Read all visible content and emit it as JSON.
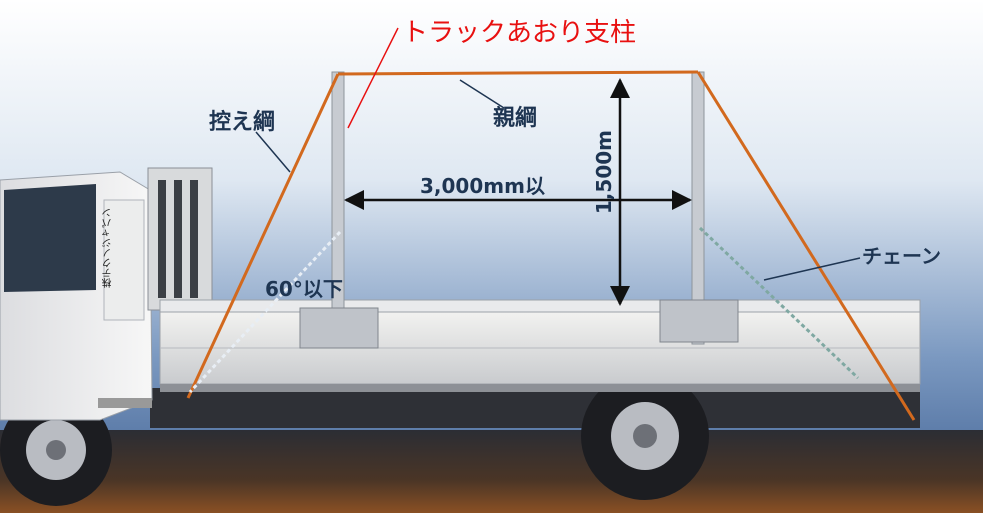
{
  "labels": {
    "title": "トラックあおり支柱",
    "guy_rope": "控え綱",
    "main_rope": "親綱",
    "span": "3,000mm以",
    "height": "1,500m",
    "chain": "チェーン",
    "angle": "60°以下"
  },
  "truck_door_text": "株テクノジャパン",
  "colors": {
    "title": "#e81010",
    "labels": "#1e3552",
    "rope": "#d2691e",
    "sky_top": "#ffffff",
    "sky_bottom": "#4a6fa0"
  }
}
